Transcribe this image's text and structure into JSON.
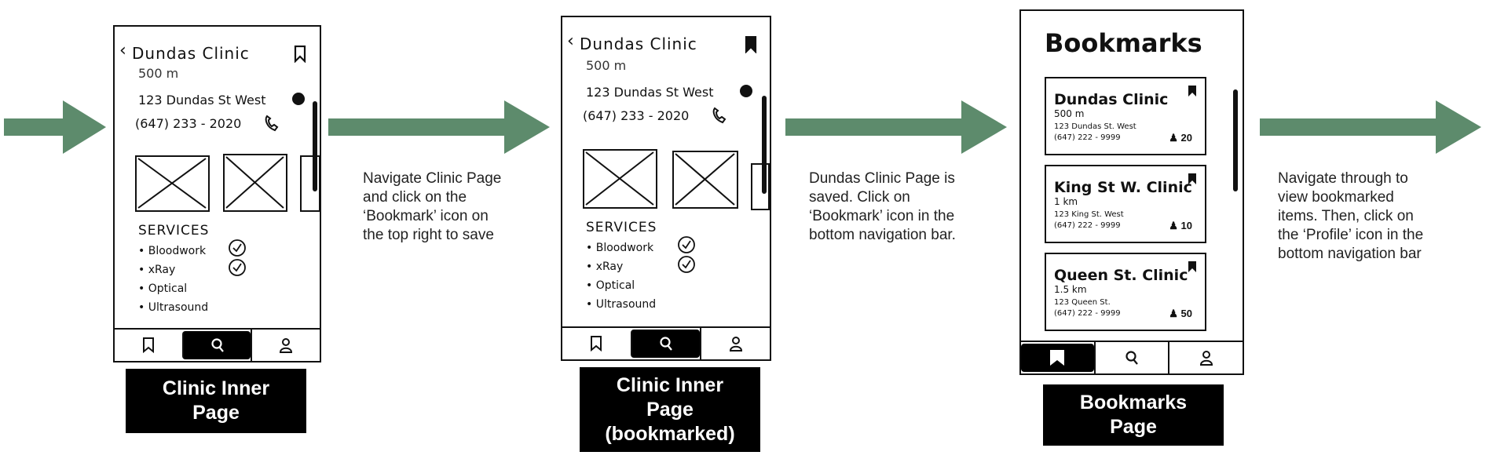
{
  "colors": {
    "arrow": "#5d8b6c",
    "label_bg": "#000000"
  },
  "screens": [
    {
      "label_lines": [
        "Clinic Inner",
        "Page"
      ],
      "clinic_name": "Dundas Clinic",
      "distance": "500 m",
      "address": "123 Dundas St West",
      "phone": "(647) 233 - 2020",
      "services_heading": "SERVICES",
      "services": [
        "Bloodwork",
        "xRay",
        "Optical",
        "Ultrasound"
      ],
      "bookmarked": false
    },
    {
      "label_lines": [
        "Clinic Inner",
        "Page",
        "(bookmarked)"
      ],
      "clinic_name": "Dundas Clinic",
      "distance": "500 m",
      "address": "123 Dundas St West",
      "phone": "(647) 233 - 2020",
      "services_heading": "SERVICES",
      "services": [
        "Bloodwork",
        "xRay",
        "Optical",
        "Ultrasound"
      ],
      "bookmarked": true
    }
  ],
  "bookmarks_screen": {
    "title": "Bookmarks",
    "label_lines": [
      "Bookmarks",
      "Page"
    ],
    "cards": [
      {
        "name": "Dundas Clinic",
        "distance": "500 m",
        "address": "123 Dundas St. West",
        "phone": "(647) 222 - 9999",
        "count": "20"
      },
      {
        "name": "King St W. Clinic",
        "distance": "1 km",
        "address": "123 King St. West",
        "phone": "(647) 222 - 9999",
        "count": "10"
      },
      {
        "name": "Queen St. Clinic",
        "distance": "1.5 km",
        "address": "123 Queen St.",
        "phone": "(647) 222 - 9999",
        "count": "50"
      }
    ]
  },
  "captions": [
    [
      "Navigate Clinic Page",
      "and click on the",
      "‘Bookmark’ icon on",
      "the top right to save"
    ],
    [
      "Dundas Clinic Page is",
      "saved. Click on",
      "‘Bookmark’ icon in the",
      "bottom navigation bar."
    ],
    [
      "Navigate through to",
      "view bookmarked",
      "items. Then, click on",
      "the ‘Profile’ icon in the",
      "bottom navigation bar"
    ]
  ],
  "icons": [
    "back-chevron-icon",
    "bookmark-icon",
    "info-icon",
    "phone-icon",
    "check-icon",
    "search-icon",
    "profile-icon",
    "person-icon"
  ]
}
